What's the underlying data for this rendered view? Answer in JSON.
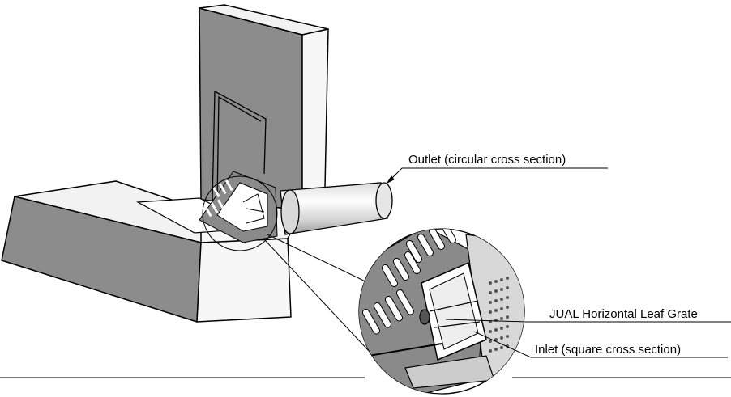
{
  "labels": {
    "outlet": "Outlet (circular cross section)",
    "grate": "JUAL Horizontal Leaf Grate",
    "inlet": "Inlet (square cross section)"
  },
  "icons": [
    "wall-block",
    "floor-block",
    "leaf-grate",
    "outlet-pipe",
    "detail-magnifier"
  ],
  "colors": {
    "line": "#000000",
    "block_top": "#f2f2f2",
    "block_side": "#8c8c8c",
    "block_front": "#f7f7f7",
    "pipe": "#e8e8e8"
  }
}
